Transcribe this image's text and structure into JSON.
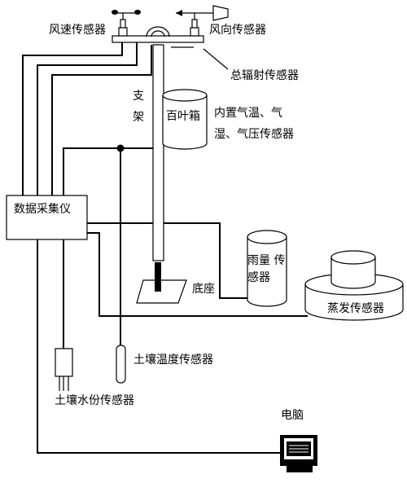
{
  "labels": {
    "wind_speed_sensor": "风速传感器",
    "wind_direction_sensor": "风向传感器",
    "total_radiation_sensor": "总辐射传感器",
    "support_char1": "支",
    "support_char2": "架",
    "louver_box": "百叶箱",
    "builtin_sensors_line1": "内置气温、气",
    "builtin_sensors_line2": "湿、气压传感器",
    "data_logger": "数据采集仪",
    "rain_line1": "雨量 传",
    "rain_line2": "感器",
    "base": "底座",
    "evaporation_sensor": "蒸发传感器",
    "soil_temperature_sensor": "土壤温度传感器",
    "soil_moisture_sensor": "土壤水份传感器",
    "computer": "电脑"
  }
}
